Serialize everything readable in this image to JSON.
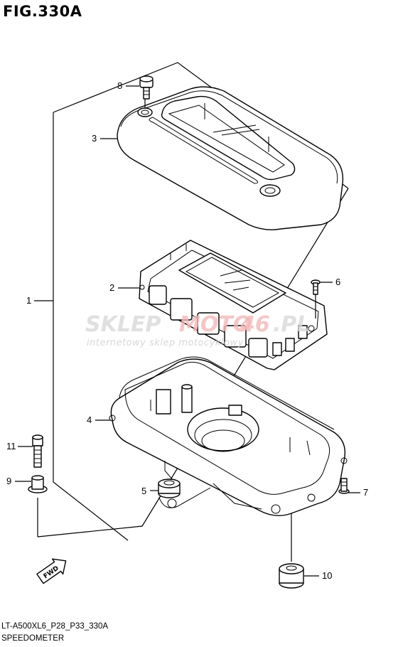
{
  "figure": {
    "title": "FIG.330A",
    "model_code": "LT-A500XL6_P28_P33_330A",
    "name": "SPEEDOMETER"
  },
  "callouts": [
    {
      "id": "1",
      "text": "1"
    },
    {
      "id": "2",
      "text": "2"
    },
    {
      "id": "3",
      "text": "3"
    },
    {
      "id": "4",
      "text": "4"
    },
    {
      "id": "5",
      "text": "5"
    },
    {
      "id": "6",
      "text": "6"
    },
    {
      "id": "7",
      "text": "7"
    },
    {
      "id": "8",
      "text": "8"
    },
    {
      "id": "9",
      "text": "9"
    },
    {
      "id": "10",
      "text": "10"
    },
    {
      "id": "11",
      "text": "11"
    }
  ],
  "fwd_arrow": {
    "text": "FWD"
  },
  "watermark": {
    "brand_a": "SKLEP",
    "brand_b": "MOTO",
    "brand_c": "46",
    "brand_d": ".PL",
    "tagline": "internetowy sklep motocyklowy"
  }
}
